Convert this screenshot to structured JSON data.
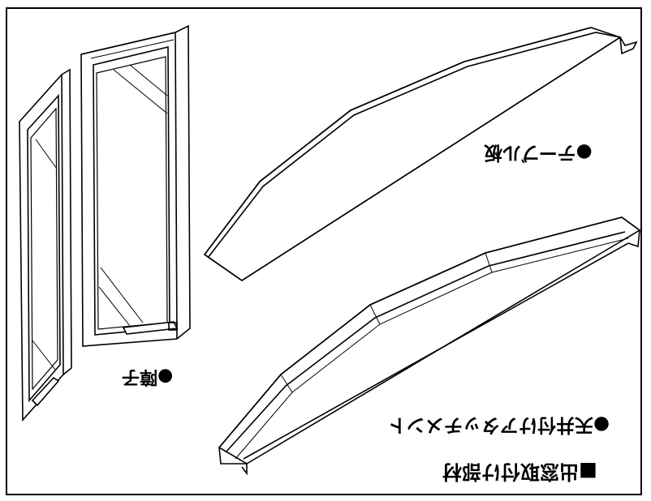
{
  "section_title": "■出窓取付け部材",
  "parts": [
    {
      "key": "door",
      "label": "●障子"
    },
    {
      "key": "table_board",
      "label": "●テーブル板"
    },
    {
      "key": "ceiling_attachment",
      "label": "●天井付けアタッチメント"
    }
  ],
  "colors": {
    "line": "#000000",
    "background": "#ffffff"
  }
}
